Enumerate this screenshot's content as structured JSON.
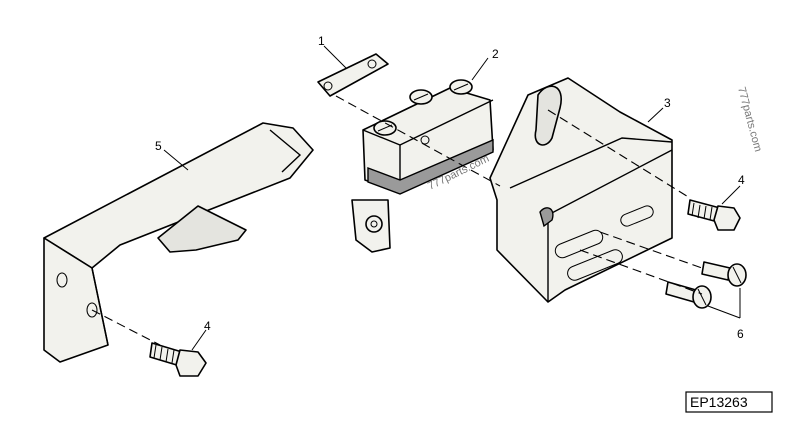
{
  "callouts": {
    "p1": "1",
    "p2": "2",
    "p3": "3",
    "p4a": "4",
    "p4b": "4",
    "p5": "5",
    "p6": "6"
  },
  "watermark": {
    "center": "777parts.com",
    "right": "777parts.com"
  },
  "figure_code": "EP13263"
}
